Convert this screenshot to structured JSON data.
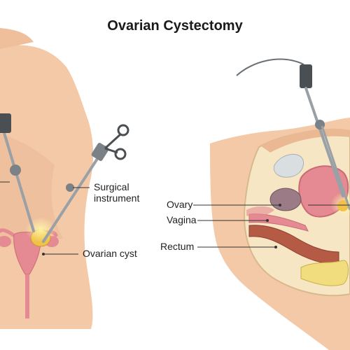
{
  "title": "Ovarian Cystectomy",
  "labels": {
    "surgical_instrument_line1": "Surgical",
    "surgical_instrument_line2": "instrument",
    "ovarian_cyst": "Ovarian cyst",
    "ovary": "Ovary",
    "vagina": "Vagina",
    "rectum": "Rectum"
  },
  "colors": {
    "skin": "#f3c9a8",
    "skin_shadow": "#e9b48e",
    "uterus": "#e58a93",
    "cyst": "#f0c24a",
    "instrument": "#9aa1a6",
    "instrument_dark": "#4a4f53"
  }
}
